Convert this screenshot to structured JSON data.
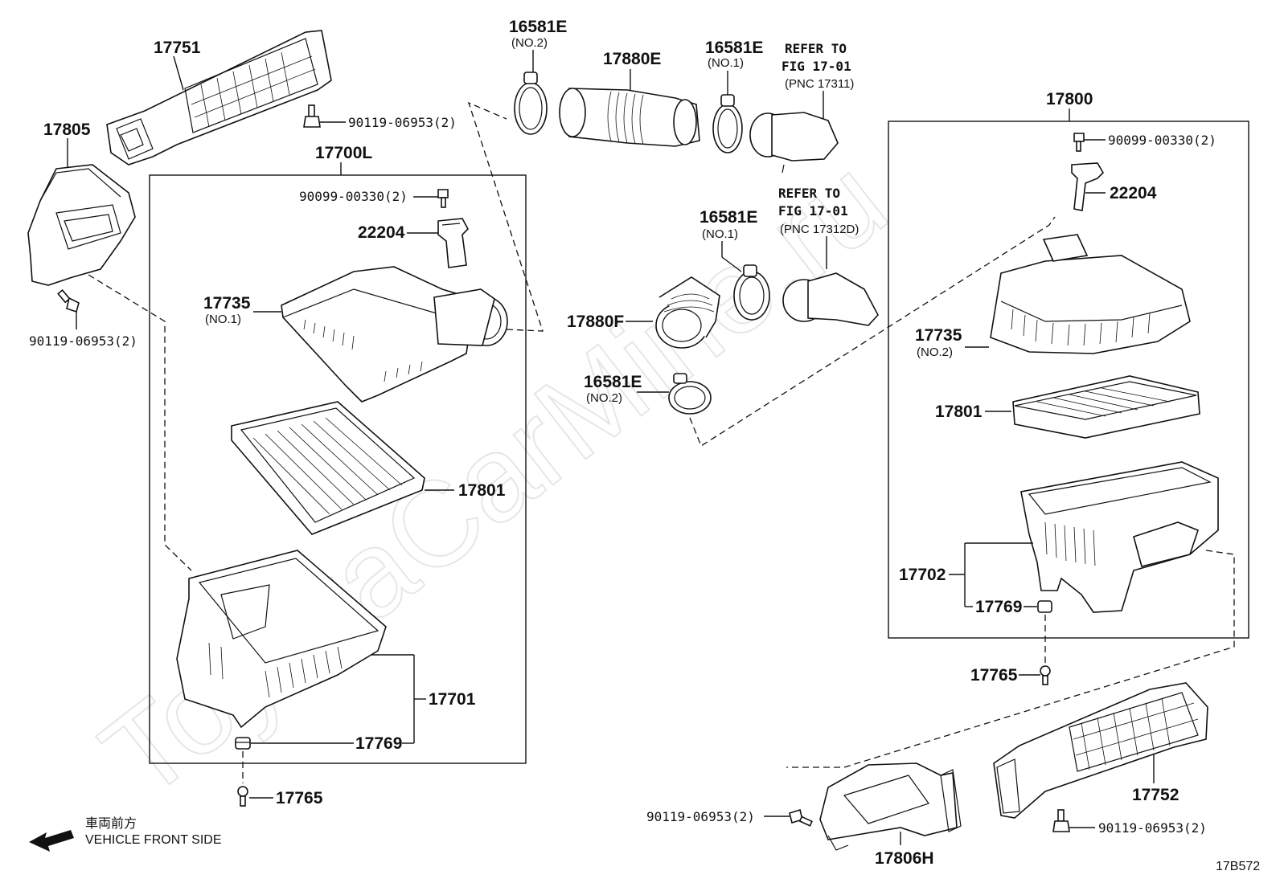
{
  "watermark": "ToyotaCarMine.ru",
  "diagram_code": "17B572",
  "direction": {
    "line1": "車両前方",
    "line2": "VEHICLE FRONT SIDE"
  },
  "assemblies": {
    "left": {
      "number": "17700L"
    },
    "right": {
      "number": "17800"
    }
  },
  "labels": {
    "p17751": "17751",
    "p17805": "17805",
    "p90119_a": "90119-06953(2)",
    "p90119_b": "90119-06953(2)",
    "p90119_c": "90119-06953(2)",
    "p90119_d": "90119-06953(2)",
    "p90099_a": "90099-00330(2)",
    "p90099_b": "90099-00330(2)",
    "p22204_a": "22204",
    "p22204_b": "22204",
    "p17735_a": "17735",
    "p17735_a_sub": "(NO.1)",
    "p17735_b": "17735",
    "p17735_b_sub": "(NO.2)",
    "p17801_a": "17801",
    "p17801_b": "17801",
    "p17701": "17701",
    "p17702": "17702",
    "p17769_a": "17769",
    "p17769_b": "17769",
    "p17765_a": "17765",
    "p17765_b": "17765",
    "p16581_top2": "16581E",
    "p16581_top2_sub": "(NO.2)",
    "p16581_top1": "16581E",
    "p16581_top1_sub": "(NO.1)",
    "p16581_mid1": "16581E",
    "p16581_mid1_sub": "(NO.1)",
    "p16581_mid2": "16581E",
    "p16581_mid2_sub": "(NO.2)",
    "p17880E": "17880E",
    "p17880F": "17880F",
    "p17752": "17752",
    "p17806H": "17806H"
  },
  "references": {
    "ref1": {
      "line1": "REFER TO",
      "line2": "FIG 17-01",
      "line3": "(PNC 17311)"
    },
    "ref2": {
      "line1": "REFER TO",
      "line2": "FIG 17-01",
      "line3": "(PNC 17312D)"
    }
  }
}
